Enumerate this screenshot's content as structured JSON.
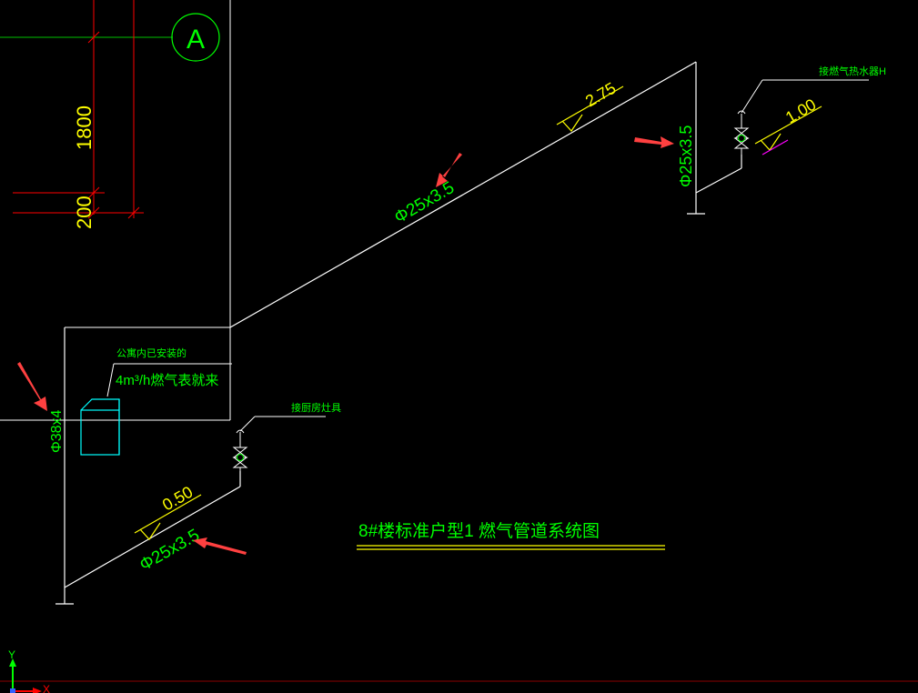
{
  "colors": {
    "background": "#000000",
    "pipe": "#ffffff",
    "green_text": "#00ff00",
    "yellow": "#ffff00",
    "red_dim": "#ff0000",
    "cyan_meter": "#00ffff",
    "magenta": "#ff00ff",
    "arrow": "#ff4040",
    "axis_green": "#00ff00",
    "axis_red": "#ff0000"
  },
  "grid_bubble": {
    "label": "A"
  },
  "dimensions": {
    "dim_1800": "1800",
    "dim_200": "200"
  },
  "slopes": {
    "upper": "2.75",
    "right": "1.00",
    "lower": "0.50"
  },
  "pipe_labels": {
    "main_diagonal": "Φ25x3.5",
    "riser_right": "Φ25x3.5",
    "lower_diagonal": "Φ25x3.5",
    "wall_entry": "Φ38x4"
  },
  "notes": {
    "water_heater": "接燃气热水器H",
    "meter_location": "公寓内已安装的",
    "meter_spec": "4m³/h燃气表就来",
    "stove": "接厨房灶具"
  },
  "title": {
    "text": "8#楼标准户型1  燃气管道系统图"
  },
  "axis": {
    "y": "Y",
    "x": "X"
  },
  "icons": [
    "gas-valve-icon",
    "gas-meter-icon",
    "ucs-axis-icon",
    "annotation-arrow-icon",
    "slope-triangle-icon"
  ]
}
